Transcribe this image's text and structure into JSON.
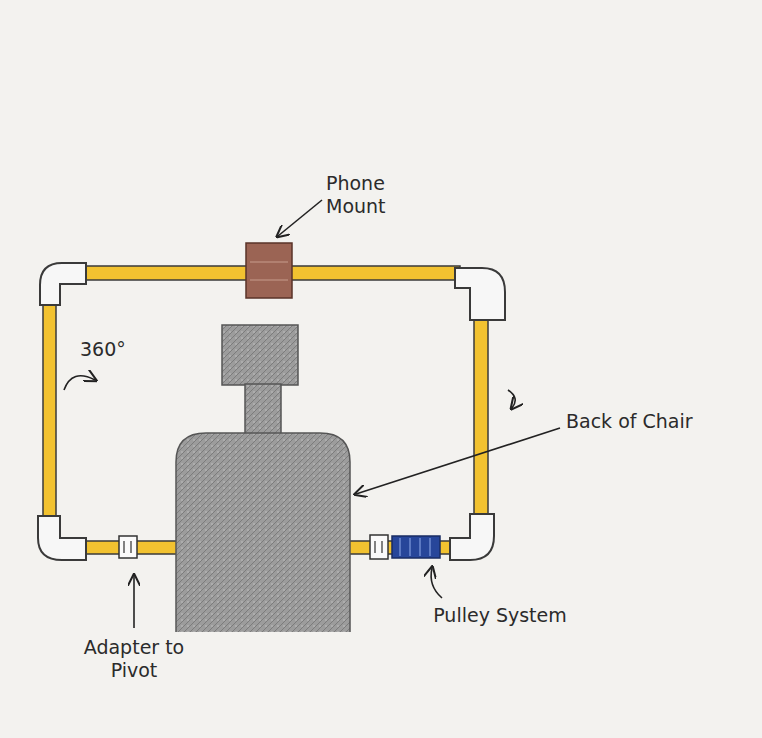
{
  "diagram": {
    "labels": [
      "Phone Mount",
      "360°",
      "Back of Chair",
      "Adapter to Pivot",
      "Pulley System"
    ]
  }
}
